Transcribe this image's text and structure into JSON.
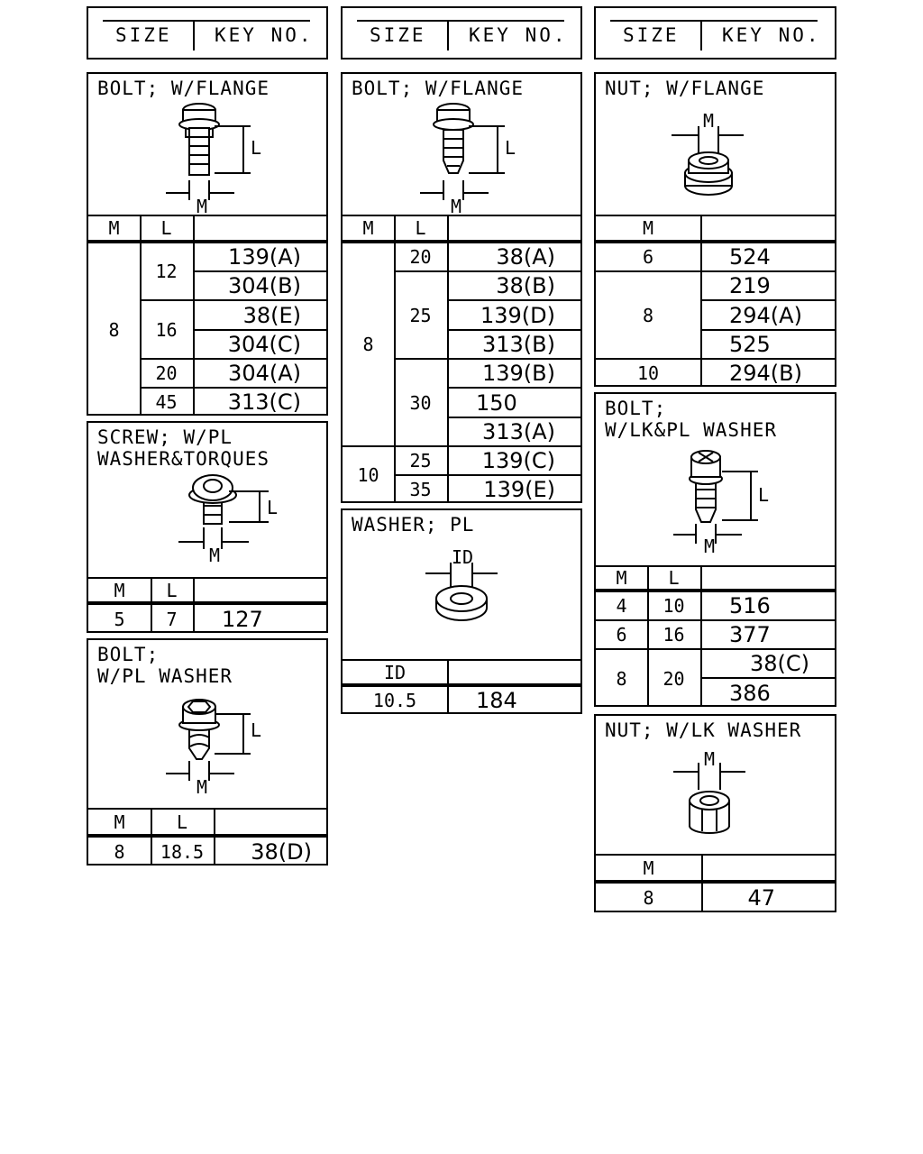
{
  "header": {
    "size_label": "SIZE",
    "key_label": "KEY NO."
  },
  "bolt_flange_a": {
    "title": "BOLT; W/FLANGE",
    "dim_l": "L",
    "dim_m": "M",
    "col_m": "M",
    "col_l": "L",
    "m_8": "8",
    "rows": [
      {
        "l": "12",
        "k1": "139(A)",
        "k2": "304(B)"
      },
      {
        "l": "16",
        "k1": "38(E)",
        "k2": "304(C)"
      },
      {
        "l": "20",
        "k1": "304(A)"
      },
      {
        "l": "45",
        "k1": "313(C)"
      }
    ]
  },
  "bolt_flange_b": {
    "title": "BOLT; W/FLANGE",
    "dim_l": "L",
    "dim_m": "M",
    "col_m": "M",
    "col_l": "L",
    "m_8": "8",
    "m_10": "10",
    "l_20": "20",
    "l_25": "25",
    "l_30": "30",
    "l_25b": "25",
    "l_35": "35",
    "k": [
      "38(A)",
      "38(B)",
      "139(D)",
      "313(B)",
      "139(B)",
      "150",
      "313(A)",
      "139(C)",
      "139(E)"
    ]
  },
  "nut_flange": {
    "title": "NUT; W/FLANGE",
    "dim_m": "M",
    "col_m": "M",
    "m_6": "6",
    "m_8": "8",
    "m_10": "10",
    "k": [
      "524",
      "219",
      "294(A)",
      "525",
      "294(B)"
    ]
  },
  "screw_torques": {
    "title": "SCREW; W/PL\nWASHER&TORQUES",
    "dim_l": "L",
    "dim_m": "M",
    "col_m": "M",
    "col_l": "L",
    "m": "5",
    "l": "7",
    "k": "127"
  },
  "washer_pl": {
    "title": "WASHER; PL",
    "dim_id": "ID",
    "col_id": "ID",
    "id": "10.5",
    "k": "184"
  },
  "bolt_lkpl": {
    "title": "BOLT;\nW/LK&PL WASHER",
    "dim_l": "L",
    "dim_m": "M",
    "col_m": "M",
    "col_l": "L",
    "r1": {
      "m": "4",
      "l": "10",
      "k": "516"
    },
    "r2": {
      "m": "6",
      "l": "16",
      "k": "377"
    },
    "r3": {
      "m": "8",
      "l": "20",
      "k1": "38(C)",
      "k2": "386"
    }
  },
  "bolt_pl": {
    "title": "BOLT;\nW/PL WASHER",
    "dim_l": "L",
    "dim_m": "M",
    "col_m": "M",
    "col_l": "L",
    "m": "8",
    "l": "18.5",
    "k": "38(D)"
  },
  "nut_lk": {
    "title": "NUT; W/LK WASHER",
    "dim_m": "M",
    "col_m": "M",
    "m": "8",
    "k": "47"
  }
}
